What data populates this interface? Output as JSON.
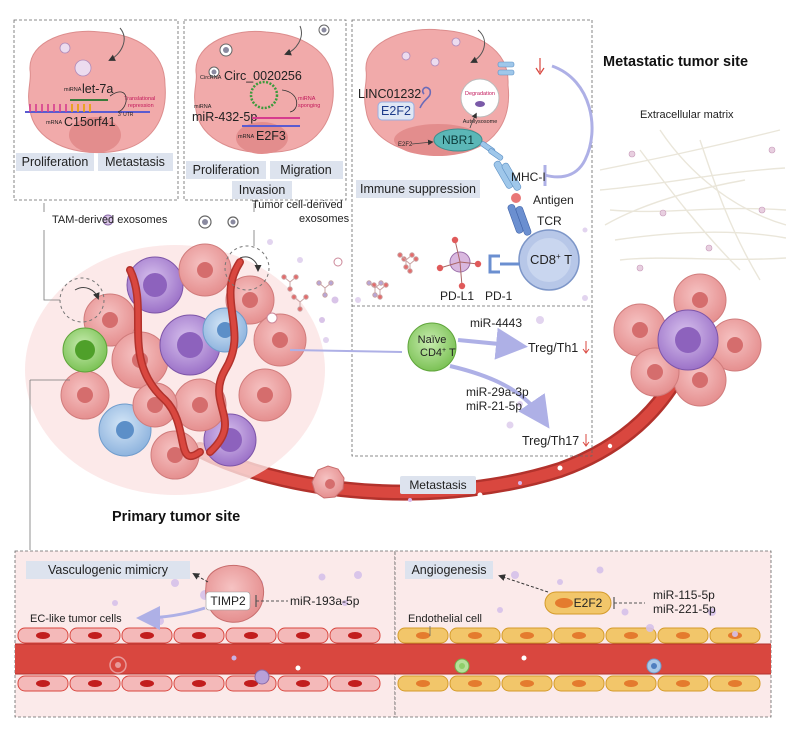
{
  "titles": {
    "metastatic_site": "Metastatic tumor site",
    "primary_site": "Primary tumor site",
    "extracellular_matrix": "Extracellular matrix",
    "metastasis_label": "Metastasis"
  },
  "exosomes": {
    "tam_derived": "TAM-derived exosomes",
    "tumor_derived_line1": "Tumor cell-derived",
    "tumor_derived_line2": "exosomes"
  },
  "panel_let7a": {
    "mirna_tag": "miRNA",
    "mirna": "let-7a",
    "utr_tag": "3' UTR",
    "effect_line1": "Translational",
    "effect_line2": "repression",
    "mrna_tag": "mRNA",
    "mrna": "C15orf41",
    "outcome1": "Proliferation",
    "outcome2": "Metastasis"
  },
  "panel_circ": {
    "circ_tag": "CircRNA",
    "circ": "Circ_0020256",
    "mirna_tag": "miRNA",
    "mirna": "miR-432-5p",
    "effect_line1": "miRNA",
    "effect_line2": "sponging",
    "mrna_tag": "mRNA",
    "mrna": "E2F3",
    "outcome1": "Proliferation",
    "outcome2": "Migration",
    "outcome3": "Invasion"
  },
  "panel_immune": {
    "lnc": "LINC01232",
    "e2f2": "E2F2",
    "e2f2_small": "E2F2",
    "nbr1": "NBR1",
    "degradation": "Degradation",
    "autolysosome": "Autolysosome",
    "mhc": "MHC-I",
    "antigen": "Antigen",
    "tcr": "TCR",
    "cd8": "CD8",
    "cd8_sup": "+",
    "cd8_t": " T",
    "pdl1": "PD-L1",
    "pd1": "PD-1",
    "outcome": "Immune suppression"
  },
  "panel_treg": {
    "naive_line1": "Naïve",
    "naive_line2": "CD4",
    "naive_sup": "+",
    "naive_t": " T",
    "mir1": "miR-4443",
    "target1": "Treg/Th1",
    "mir2": "miR-29a-3p",
    "mir3": "miR-21-5p",
    "target2": "Treg/Th17"
  },
  "bottom_left": {
    "process": "Vasculogenic mimicry",
    "target": "TIMP2",
    "mirna": "miR-193a-5p",
    "cells": "EC-like tumor cells"
  },
  "bottom_right": {
    "process": "Angiogenesis",
    "target": "E2F2",
    "mirna1": "miR-115-5p",
    "mirna2": "miR-221-5p",
    "cells": "Endothelial cell"
  },
  "colors": {
    "tumor_cell": "#eea3a3",
    "vessel": "#d9473f",
    "vessel_dark": "#b2322c",
    "purple_cell": "#b28cd6",
    "blue_cell": "#a9c8e8",
    "green_cell": "#8fcf6a",
    "label_bg": "#dde3ee",
    "endothelial": "#f2c66a",
    "arrow": "#aeb0e6"
  }
}
